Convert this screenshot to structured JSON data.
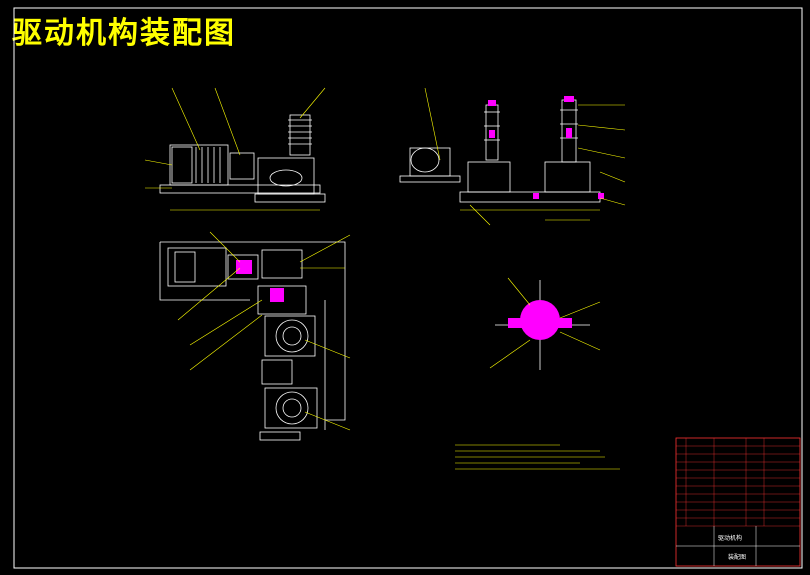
{
  "drawing": {
    "title": "驱动机构装配图",
    "title_block": {
      "name": "驱动机构",
      "drawing_type": "装配图"
    }
  },
  "colors": {
    "background": "#000000",
    "frame": "#ffffff",
    "outline": "#ffffff",
    "title": "#ffff00",
    "annotation": "#ffff00",
    "highlight": "#ff00ff",
    "title_block": "#ff3333"
  }
}
